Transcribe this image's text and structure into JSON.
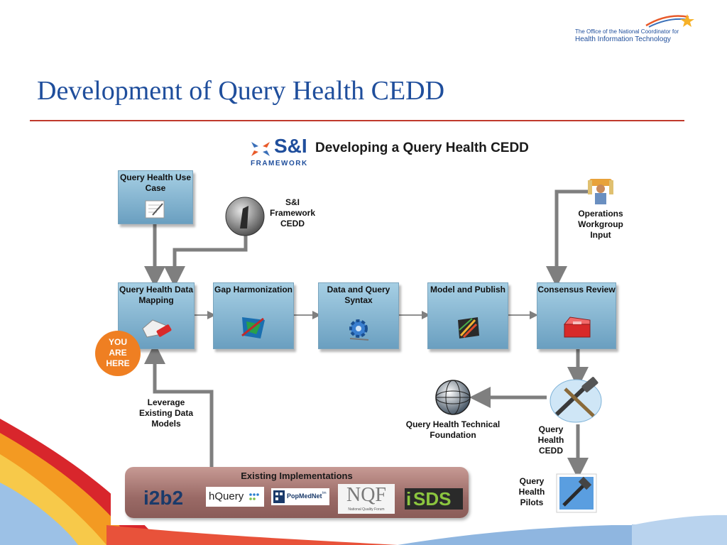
{
  "slide": {
    "title": "Development of Query Health CEDD",
    "org_logo": {
      "line1": "The Office of the National Coordinator for",
      "line2": "Health Information Technology"
    }
  },
  "diagram": {
    "brand": {
      "name": "S&I",
      "sub": "FRAMEWORK"
    },
    "title": "Developing a Query Health CEDD",
    "nodes": {
      "use_case": "Query Health Use Case",
      "si_cedd": [
        "S&I",
        "Framework",
        "CEDD"
      ],
      "ops_input": [
        "Operations",
        "Workgroup",
        "Input"
      ],
      "data_mapping": "Query Health Data Mapping",
      "gap": "Gap Harmonization",
      "syntax": "Data and Query Syntax",
      "model": "Model and Publish",
      "consensus": "Consensus Review",
      "tech_foundation": [
        "Query Health Technical",
        "Foundation"
      ],
      "qh_cedd": [
        "Query",
        "Health",
        "CEDD"
      ],
      "pilots": [
        "Query",
        "Health",
        "Pilots"
      ],
      "leverage": [
        "Leverage",
        "Existing Data",
        "Models"
      ]
    },
    "you_are_here": [
      "YOU",
      "ARE",
      "HERE"
    ],
    "implementations": {
      "title": "Existing Implementations",
      "logos": {
        "i2b2": "i2b2",
        "hquery": "hQuery",
        "popmednet": "PopMedNet",
        "popmednet_tm": "tm",
        "nqf": "NQF",
        "nqf_sub": "National Quality Forum",
        "sds": "SDS",
        "sds_prefix": "i"
      }
    }
  }
}
